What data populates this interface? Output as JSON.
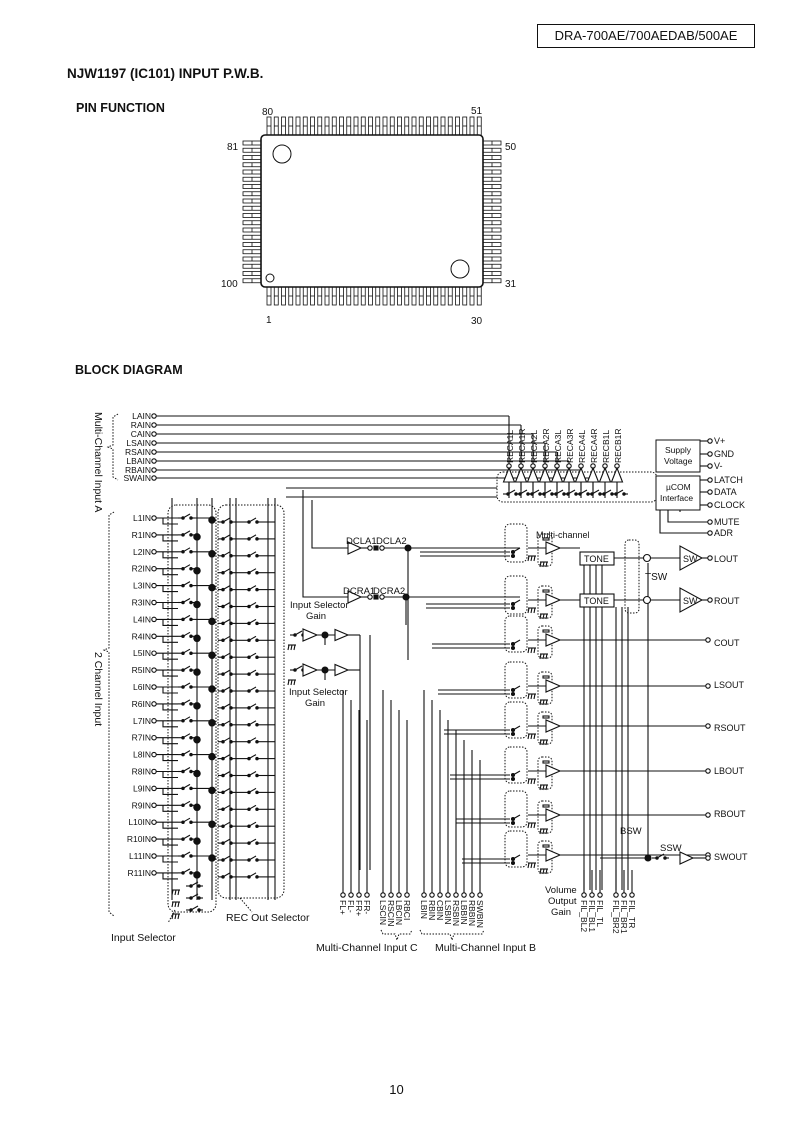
{
  "header": {
    "model": "DRA-700AE/700AEDAB/500AE",
    "title": "NJW1197 (IC101) INPUT P.W.B."
  },
  "pin_function": {
    "heading": "PIN FUNCTION",
    "pin_labels": {
      "top_left": "80",
      "top_right": "51",
      "left_top": "81",
      "right_top": "50",
      "left_bottom": "100",
      "right_bottom": "31",
      "bottom_left": "1",
      "bottom_right": "30"
    }
  },
  "block_diagram": {
    "heading": "BLOCK DIAGRAM",
    "group_labels": {
      "multi_a": "Multi-Channel Input A",
      "two_ch": "2 Channel Input",
      "input_selector": "Input Selector",
      "rec_out_selector": "REC Out Selector",
      "multi_c": "Multi-Channel Input C",
      "multi_b": "Multi-Channel Input B",
      "isg1": "Input Selector",
      "isg1b": "Gain",
      "isg2": "Input Selector",
      "isg2b": "Gain",
      "multichannel": "Multi-channel",
      "volume": "Volume",
      "output": "Output",
      "gain": "Gain",
      "tsw": "TSW",
      "bsw": "BSW",
      "ssw": "SSW",
      "tone": "TONE",
      "sw": "SW"
    },
    "multi_a_inputs": [
      "LAIN",
      "RAIN",
      "CAIN",
      "LSAIN",
      "RSAIN",
      "LBAIN",
      "RBAIN",
      "SWAIN"
    ],
    "two_ch_inputs": [
      "L1IN",
      "R1IN",
      "L2IN",
      "R2IN",
      "L3IN",
      "R3IN",
      "L4IN",
      "R4IN",
      "L5IN",
      "R5IN",
      "L6IN",
      "R6IN",
      "L7IN",
      "R7IN",
      "L8IN",
      "R8IN",
      "L9IN",
      "R9IN",
      "L10IN",
      "R10IN",
      "L11IN",
      "R11IN"
    ],
    "rec_outputs": [
      "RECA1L",
      "RECA1R",
      "RECA2L",
      "RECA2R",
      "RECA3L",
      "RECA3R",
      "RECA4L",
      "RECA4R",
      "RECB1L",
      "RECB1R"
    ],
    "dc_labels": {
      "dcla1": "DCLA1",
      "dcla2": "DCLA2",
      "dcra1": "DCRA1",
      "dcra2": "DCRA2"
    },
    "supply_box": [
      "Supply",
      "Voltage"
    ],
    "supply_pins": [
      "V+",
      "GND",
      "V-"
    ],
    "ucom_box": [
      "µCOM",
      "Interface"
    ],
    "ucom_pins": [
      "LATCH",
      "DATA",
      "CLOCK"
    ],
    "control_pins": [
      "MUTE",
      "ADR"
    ],
    "outputs": [
      "LOUT",
      "ROUT",
      "COUT",
      "LSOUT",
      "RSOUT",
      "LBOUT",
      "RBOUT",
      "SWOUT"
    ],
    "bottom_fl": [
      "FL+",
      "FL-",
      "FR+",
      "FR-"
    ],
    "bottom_c": [
      "LSCIN",
      "RSCIN",
      "LBCIN",
      "RBCI"
    ],
    "bottom_b": [
      "LBIN",
      "RBIN",
      "CBIN",
      "LSBIN",
      "RSBIN",
      "LBBIN",
      "RBBIN",
      "SWBIN"
    ],
    "bottom_fil": [
      "FIL_BL2",
      "FIL_BL1",
      "FIL_TL",
      "FIL_BR2",
      "FIL_BR1",
      "FIL_TR"
    ]
  },
  "footer": {
    "page": "10"
  }
}
